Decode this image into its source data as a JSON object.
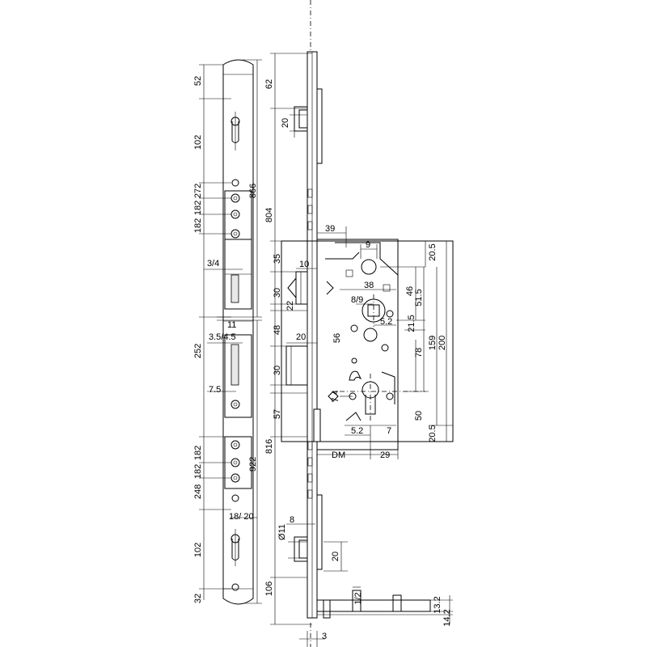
{
  "dimensions": {
    "strike_plate": {
      "d_52": "52",
      "d_102_top": "102",
      "d_272": "272",
      "d_182_a": "182",
      "d_182_b": "182",
      "d_3_4": "3/4",
      "d_11": "11",
      "d_252": "252",
      "d_3_5_4_5": "3.5/4.5",
      "d_7_5": "7.5",
      "d_182_c": "182",
      "d_182_d": "182",
      "d_248": "248",
      "d_18_20": "18/ 20",
      "d_102_bottom": "102",
      "d_32": "32",
      "d_866": "866",
      "d_922": "922"
    },
    "faceplate": {
      "d_62": "62",
      "d_20_top": "20",
      "d_804": "804",
      "d_35": "35",
      "d_10": "10",
      "d_30_a": "30",
      "d_22": "22",
      "d_48": "48",
      "d_20_mid": "20",
      "d_56": "56",
      "d_30_b": "30",
      "d_57": "57",
      "d_816": "816",
      "d_11_dia": "Ø11",
      "d_8": "8",
      "d_20_bottom": "20",
      "d_106": "106",
      "d_3": "3"
    },
    "lock_case": {
      "d_39": "39",
      "d_9": "9",
      "d_38": "38",
      "d_8_9": "8/9",
      "d_5_2_a": "5.2",
      "d_46": "46",
      "d_51_5": "51.5",
      "d_21_5": "21.5",
      "d_20_5_top": "20.5",
      "d_159": "159",
      "d_200": "200",
      "d_78": "78",
      "d_7_4": "7.4",
      "d_50": "50",
      "d_5_2_b": "5.2",
      "d_7": "7",
      "d_20_5_bottom": "20.5",
      "d_dm": "DM",
      "d_29": "29"
    },
    "section": {
      "d_1_2": "1/2",
      "d_13_2": "13.2",
      "d_14_2": "14.2"
    }
  }
}
